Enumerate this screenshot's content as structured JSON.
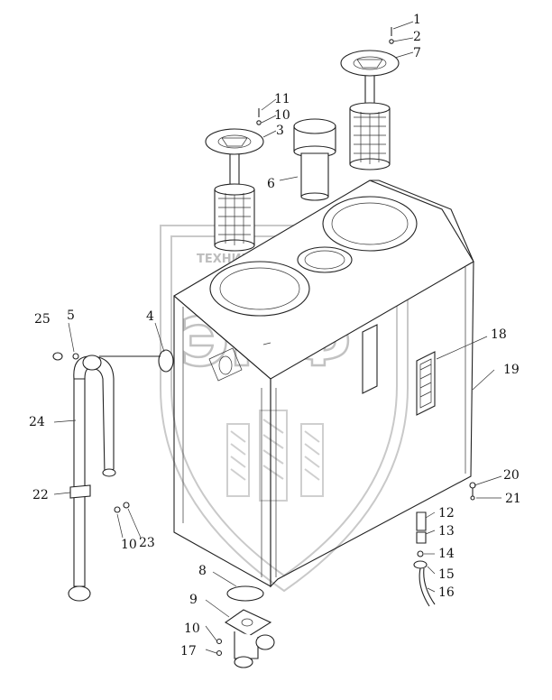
{
  "watermark": {
    "top_text": "ТЕХНИКА И ЗАПЧАСТИ",
    "big_text": "ЭПФ"
  },
  "callouts": [
    {
      "id": "c1",
      "text": "1"
    },
    {
      "id": "c2",
      "text": "2"
    },
    {
      "id": "c7",
      "text": "7"
    },
    {
      "id": "c11",
      "text": "11"
    },
    {
      "id": "c10a",
      "text": "10"
    },
    {
      "id": "c3",
      "text": "3"
    },
    {
      "id": "c6",
      "text": "6"
    },
    {
      "id": "c25",
      "text": "25"
    },
    {
      "id": "c5",
      "text": "5"
    },
    {
      "id": "c4",
      "text": "4"
    },
    {
      "id": "c18",
      "text": "18"
    },
    {
      "id": "c19",
      "text": "19"
    },
    {
      "id": "c24",
      "text": "24"
    },
    {
      "id": "c20",
      "text": "20"
    },
    {
      "id": "c22",
      "text": "22"
    },
    {
      "id": "c21",
      "text": "21"
    },
    {
      "id": "c12",
      "text": "12"
    },
    {
      "id": "c13",
      "text": "13"
    },
    {
      "id": "c10b",
      "text": "10"
    },
    {
      "id": "c23",
      "text": "23"
    },
    {
      "id": "c14",
      "text": "14"
    },
    {
      "id": "c8",
      "text": "8"
    },
    {
      "id": "c15",
      "text": "15"
    },
    {
      "id": "c16",
      "text": "16"
    },
    {
      "id": "c9",
      "text": "9"
    },
    {
      "id": "c10c",
      "text": "10"
    },
    {
      "id": "c17",
      "text": "17"
    }
  ]
}
